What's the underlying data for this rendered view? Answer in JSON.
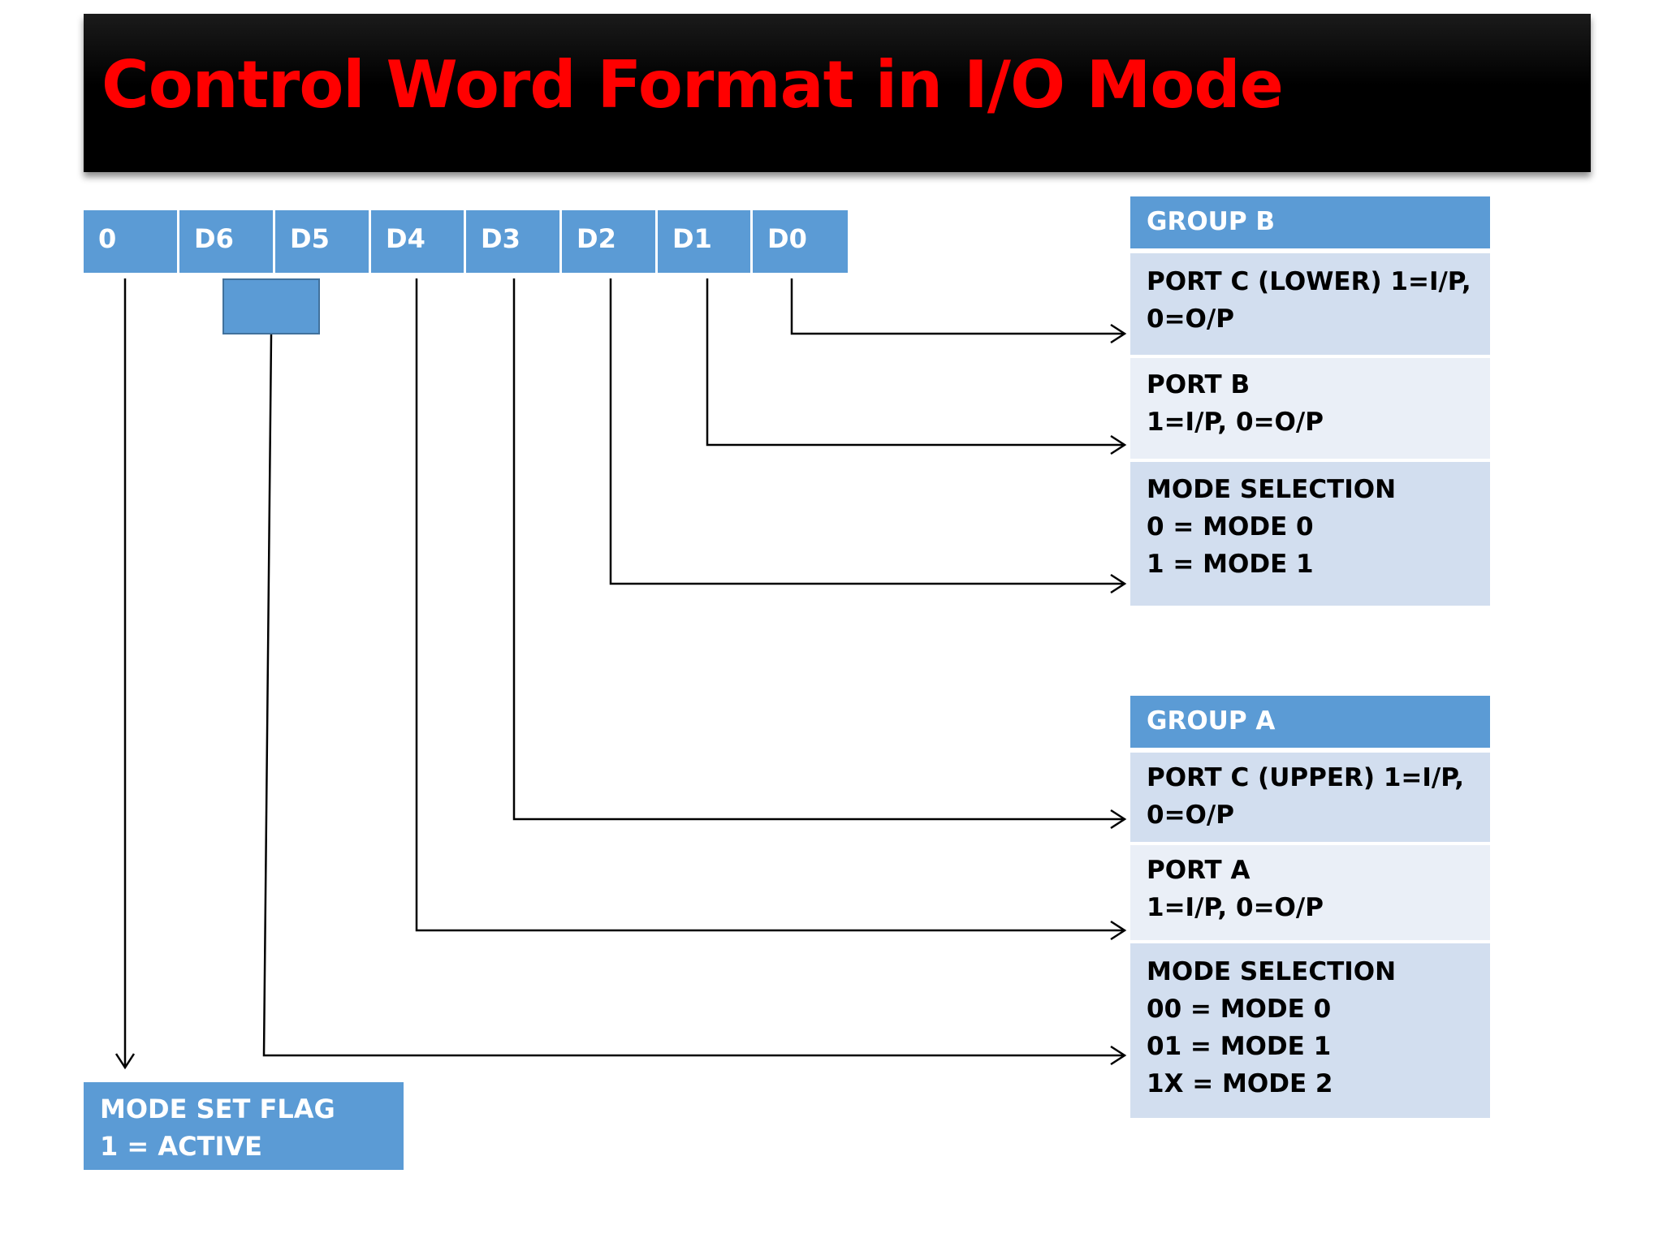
{
  "title": "Control Word Format in I/O Mode",
  "bits": [
    "0",
    "D6",
    "D5",
    "D4",
    "D3",
    "D2",
    "D1",
    "D0"
  ],
  "group_b": {
    "header": "GROUP B",
    "port_c_lower": {
      "line1": "PORT C (LOWER) 1=I/P,",
      "line2": "0=O/P"
    },
    "port_b": {
      "line1": "PORT B",
      "line2": "1=I/P,  0=O/P"
    },
    "mode_selection": {
      "line1": "MODE SELECTION",
      "line2": "0 = MODE 0",
      "line3": "1 = MODE 1"
    }
  },
  "group_a": {
    "header": "GROUP A",
    "port_c_upper": {
      "line1": "PORT C (UPPER) 1=I/P,",
      "line2": "0=O/P"
    },
    "port_a": {
      "line1": "PORT A",
      "line2": "1=I/P,  0=O/P"
    },
    "mode_selection": {
      "line1": "MODE SELECTION",
      "line2": "00 = MODE 0",
      "line3": "01 = MODE 1",
      "line4": "1X = MODE 2"
    }
  },
  "mode_set_flag": {
    "line1": "MODE SET FLAG",
    "line2": "1 = ACTIVE"
  },
  "colors": {
    "title": "#ff0000",
    "box_blue": "#5b9bd5",
    "box_dark": "#d2deef",
    "box_light": "#eaeff7"
  }
}
